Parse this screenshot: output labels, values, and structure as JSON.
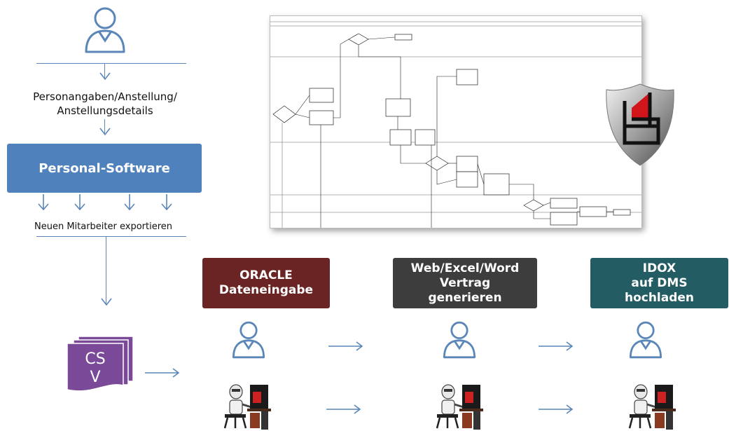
{
  "steps": {
    "person_details": "Personangaben/Anstellung/\nAnstellungsdetails",
    "software": "Personal-Software",
    "export": "Neuen Mitarbeiter exportieren",
    "csv_line1": "CS",
    "csv_line2": "V"
  },
  "stages": [
    {
      "label": "ORACLE\nDateneingabe",
      "color": "#6b2424"
    },
    {
      "label": "Web/Excel/Word\nVertrag\ngenerieren",
      "color": "#3d3d3d"
    },
    {
      "label": "IDOX\nauf DMS\nhochladen",
      "color": "#235c63"
    }
  ],
  "icons": {
    "person": "person-icon",
    "robot": "robot-at-computer-icon",
    "shield": "shield-logo-icon",
    "csv": "csv-file-stack-icon"
  },
  "colors": {
    "line": "#5a86b8",
    "software_box": "#4f81bd",
    "csv": "#7a4a98"
  }
}
